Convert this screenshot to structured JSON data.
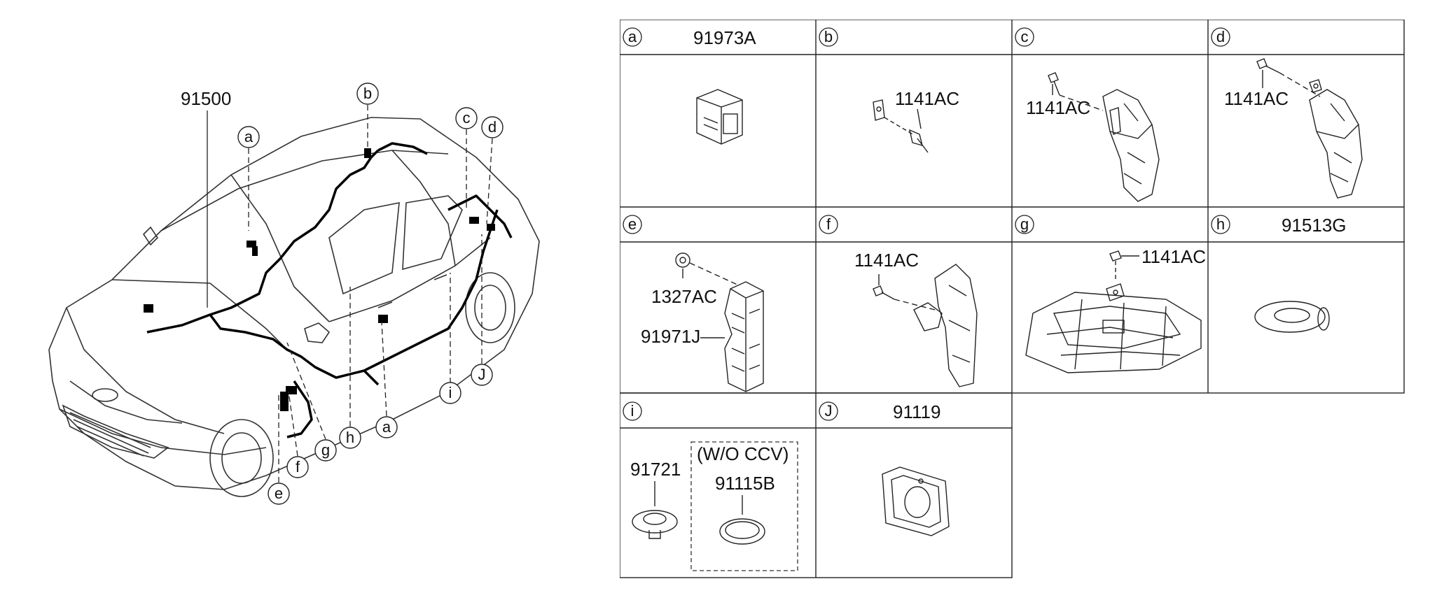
{
  "main_part": "91500",
  "car_callouts": {
    "a_top": "a",
    "b": "b",
    "c": "c",
    "d": "d",
    "e": "e",
    "f": "f",
    "g": "g",
    "h": "h",
    "a_bottom": "a",
    "i": "i",
    "J": "J"
  },
  "cells": [
    {
      "letter": "a",
      "title": "91973A",
      "parts": []
    },
    {
      "letter": "b",
      "title": "",
      "parts": [
        "1141AC"
      ]
    },
    {
      "letter": "c",
      "title": "",
      "parts": [
        "1141AC"
      ]
    },
    {
      "letter": "d",
      "title": "",
      "parts": [
        "1141AC"
      ]
    },
    {
      "letter": "e",
      "title": "",
      "parts": [
        "1327AC",
        "91971J"
      ]
    },
    {
      "letter": "f",
      "title": "",
      "parts": [
        "1141AC"
      ]
    },
    {
      "letter": "g",
      "title": "",
      "parts": [
        "1141AC"
      ]
    },
    {
      "letter": "h",
      "title": "91513G",
      "parts": []
    },
    {
      "letter": "i",
      "title": "",
      "parts": [
        "91721",
        "(W/O CCV)",
        "91115B"
      ]
    },
    {
      "letter": "J",
      "title": "91119",
      "parts": []
    }
  ]
}
